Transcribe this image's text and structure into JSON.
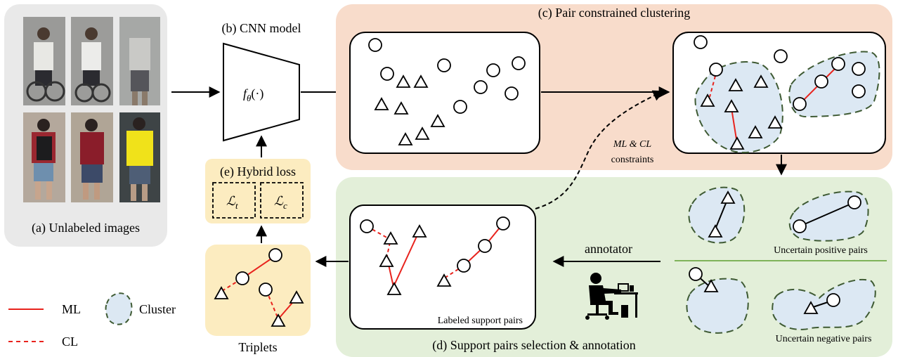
{
  "colors": {
    "ml": "#e8231d",
    "cluster_fill": "#dce8f3",
    "cluster_border": "#3e5a33",
    "panel_a": "#e9e9e9",
    "panel_c": "#f8dccb",
    "panel_d": "#e3efd9",
    "panel_e": "#fcecc0",
    "separator": "#7fb35a"
  },
  "labels": {
    "unlabeled": "(a) Unlabeled images",
    "cnn": "(b) CNN model",
    "cnn_func_main": "f",
    "cnn_func_sub": "θ",
    "cnn_func_tail": "(·)",
    "pair_clustering": "(c) Pair constrained clustering",
    "support_selection": "(d) Support pairs selection & annotation",
    "hybrid_loss": "(e) Hybrid loss",
    "loss_t_main": "ℒ",
    "loss_t_sub": "t",
    "loss_c_main": "ℒ",
    "loss_c_sub": "c",
    "triplets": "Triplets",
    "constraints_line1": "ML & CL",
    "constraints_line2": "constraints",
    "annotator": "annotator",
    "labeled_support": "Labeled support pairs",
    "uncertain_pos": "Uncertain positive pairs",
    "uncertain_neg": "Uncertain negative pairs",
    "legend_ml": "ML",
    "legend_cl": "CL",
    "legend_cluster": "Cluster"
  },
  "icons": {
    "arrows": "arrow-icon",
    "circle": "circle-marker-icon",
    "triangle": "triangle-marker-icon",
    "annotator": "person-at-computer-icon"
  }
}
